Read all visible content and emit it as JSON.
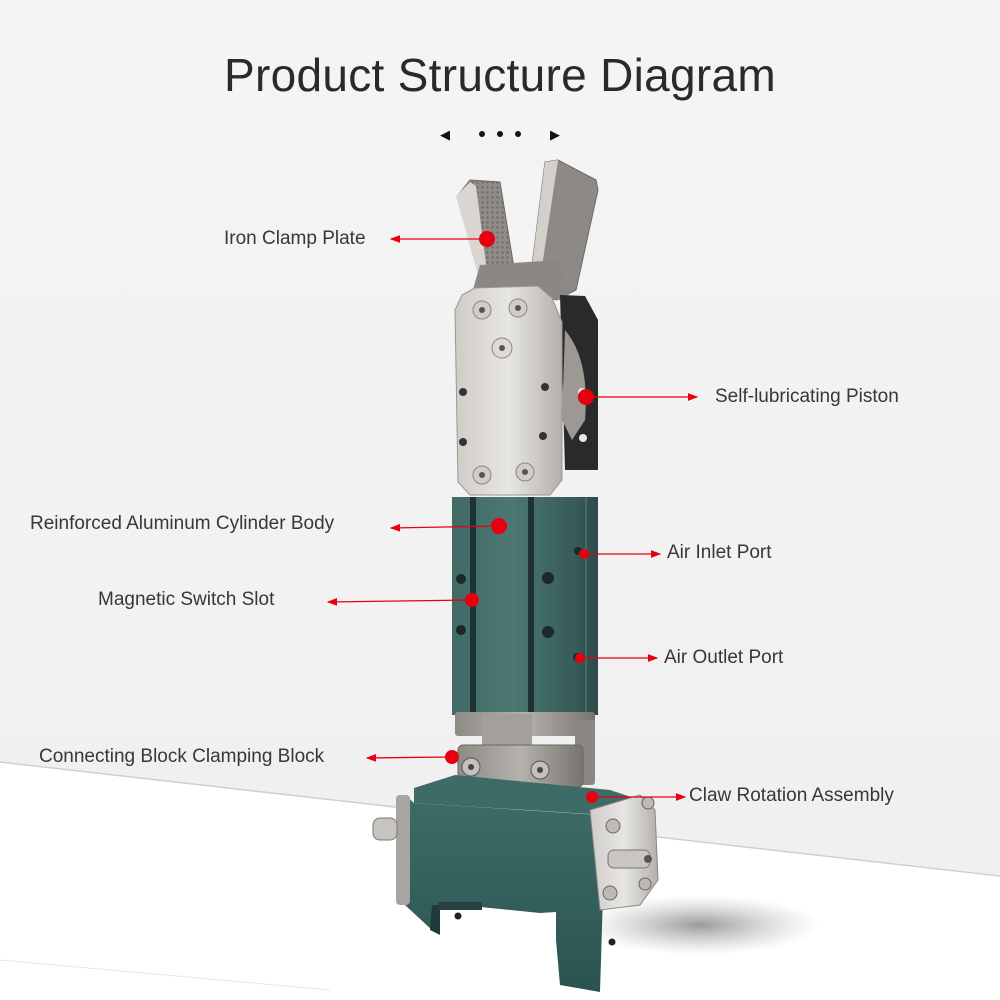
{
  "header": {
    "title": "Product Structure Diagram"
  },
  "carousel": {
    "prev_icon": "triangle-left-icon",
    "next_icon": "triangle-right-icon",
    "prev_glyph": "◀",
    "next_glyph": "▶",
    "dot_count": 3
  },
  "callouts": [
    {
      "id": "iron-clamp-plate",
      "label": "Iron Clamp Plate",
      "side": "left"
    },
    {
      "id": "self-lubricating-piston",
      "label": "Self-lubricating Piston",
      "side": "right"
    },
    {
      "id": "reinforced-aluminum-cylinder-body",
      "label": "Reinforced Aluminum Cylinder Body",
      "side": "left"
    },
    {
      "id": "air-inlet-port",
      "label": "Air Inlet Port",
      "side": "right"
    },
    {
      "id": "magnetic-switch-slot",
      "label": "Magnetic Switch Slot",
      "side": "left"
    },
    {
      "id": "air-outlet-port",
      "label": "Air Outlet Port",
      "side": "right"
    },
    {
      "id": "connecting-block-clamping-block",
      "label": "Connecting Block Clamping Block",
      "side": "left"
    },
    {
      "id": "claw-rotation-assembly",
      "label": "Claw Rotation Assembly",
      "side": "right"
    }
  ],
  "colors": {
    "accent": "#e8000f",
    "text": "#3b3536",
    "body_green": "#3c6662",
    "steel": "#b9b6b2"
  }
}
